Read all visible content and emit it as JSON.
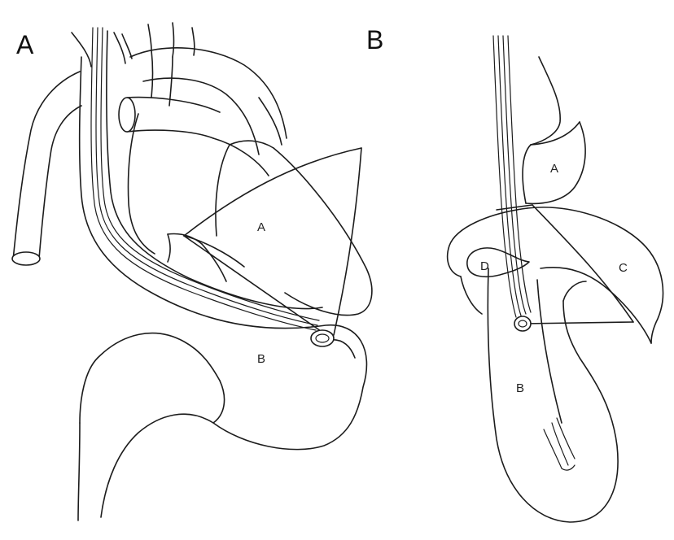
{
  "panels": [
    {
      "letter": "A",
      "regions": [
        "A",
        "B"
      ]
    },
    {
      "letter": "B",
      "regions": [
        "A",
        "B",
        "C",
        "D"
      ]
    }
  ]
}
